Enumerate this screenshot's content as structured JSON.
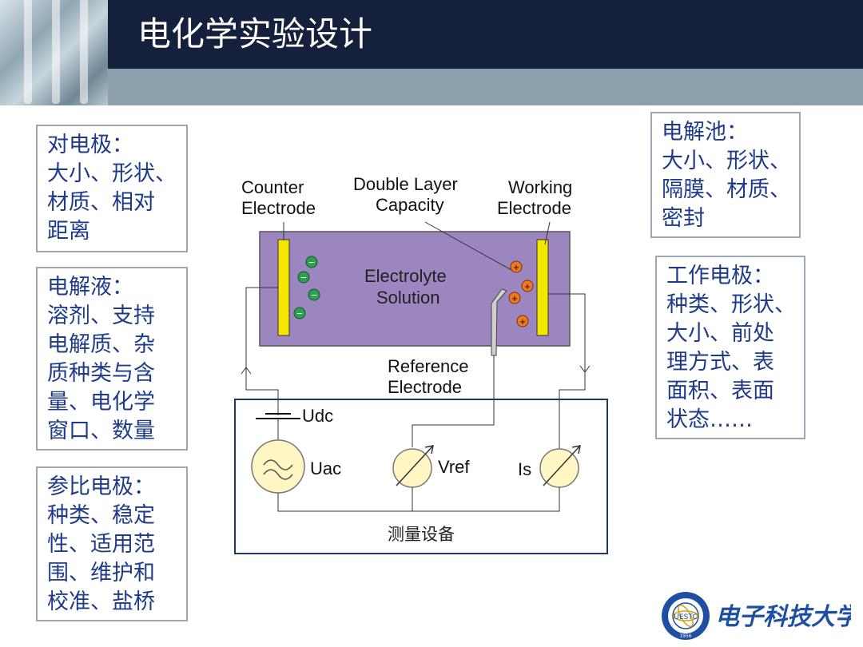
{
  "title": "电化学实验设计",
  "boxes": {
    "counter": [
      "对电极：",
      "大小、形状、",
      "材质、相对",
      "距离"
    ],
    "electrolyte": [
      "电解液：",
      "溶剂、支持",
      "电解质、杂",
      "质种类与含",
      "量、电化学",
      "窗口、数量"
    ],
    "reference": [
      "参比电极：",
      "种类、稳定",
      "性、适用范",
      "围、维护和",
      "校准、盐桥"
    ],
    "cell": [
      "电解池：",
      "大小、形状、",
      "隔膜、材质、",
      "密封"
    ],
    "working": [
      "工作电极：",
      "种类、形状、",
      "大小、前处",
      "理方式、表",
      "面积、表面",
      "状态……"
    ]
  },
  "diagram": {
    "counter_electrode": [
      "Counter",
      "Electrode"
    ],
    "double_layer": [
      "Double Layer",
      "Capacity"
    ],
    "working_electrode": [
      "Working",
      "Electrode"
    ],
    "electrolyte": [
      "Electrolyte",
      "Solution"
    ],
    "reference_electrode": [
      "Reference",
      "Electrode"
    ],
    "udc": "Udc",
    "uac": "Uac",
    "vref": "Vref",
    "is": "Is",
    "equipment": "测量设备",
    "minus": "−",
    "plus": "+"
  },
  "logo": {
    "name": "电子科技大学",
    "emblem_text": "UESTC",
    "year": "1956"
  },
  "colors": {
    "header": "#15203d",
    "band": "#8da0ad",
    "box_text": "#1f3a8a",
    "cell": "#9b86bf",
    "electrode": "#f5e600",
    "anion": "#2e9e4f",
    "cation": "#f07820"
  }
}
